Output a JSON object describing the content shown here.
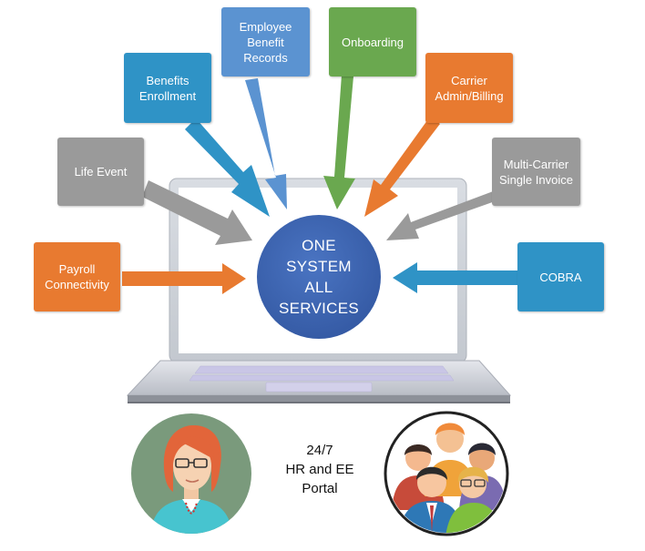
{
  "colors": {
    "blue": "#2f93c6",
    "light_blue": "#5b93d1",
    "green": "#6aa84f",
    "orange": "#e87a30",
    "gray": "#9a9a9a",
    "cobra_blue": "#2f93c6",
    "hub": "#3a63b0"
  },
  "hub": {
    "lines": [
      "ONE",
      "SYSTEM",
      "ALL",
      "SERVICES"
    ]
  },
  "services": [
    {
      "id": "payroll",
      "lines": [
        "Payroll",
        "Connectivity"
      ],
      "color": "orange"
    },
    {
      "id": "life-event",
      "lines": [
        "Life Event"
      ],
      "color": "gray"
    },
    {
      "id": "benefits-enrollment",
      "lines": [
        "Benefits",
        "Enrollment"
      ],
      "color": "blue"
    },
    {
      "id": "employee-benefit-records",
      "lines": [
        "Employee",
        "Benefit",
        "Records"
      ],
      "color": "light_blue"
    },
    {
      "id": "onboarding",
      "lines": [
        "Onboarding"
      ],
      "color": "green"
    },
    {
      "id": "carrier-admin-billing",
      "lines": [
        "Carrier",
        "Admin/Billing"
      ],
      "color": "orange"
    },
    {
      "id": "multi-carrier-invoice",
      "lines": [
        "Multi-Carrier",
        "Single Invoice"
      ],
      "color": "gray"
    },
    {
      "id": "cobra",
      "lines": [
        "COBRA"
      ],
      "color": "cobra_blue"
    }
  ],
  "portal": {
    "lines": [
      "24/7",
      "HR and EE",
      "Portal"
    ]
  },
  "icons": [
    "laptop-icon",
    "hr-person-icon",
    "employee-group-icon"
  ]
}
